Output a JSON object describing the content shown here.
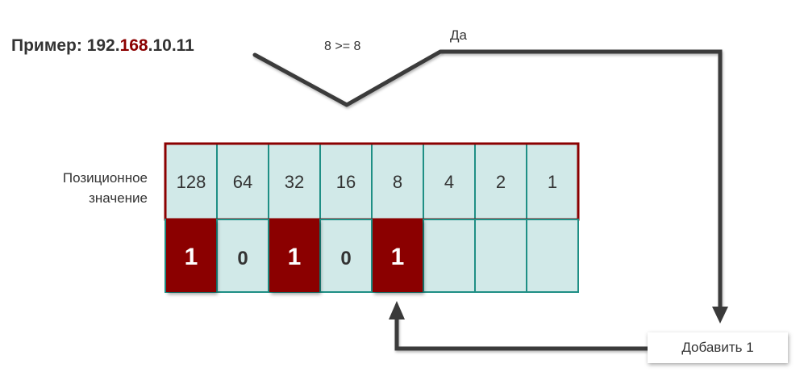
{
  "title": {
    "prefix": "Пример: 192.",
    "highlight": "168",
    "suffix": ".10.11"
  },
  "condition": "8 >= 8",
  "yes_label": "Да",
  "positional_label_line1": "Позиционное",
  "positional_label_line2": "значение",
  "positional_values": [
    "128",
    "64",
    "32",
    "16",
    "8",
    "4",
    "2",
    "1"
  ],
  "bits": [
    "1",
    "0",
    "1",
    "0",
    "1",
    "",
    "",
    ""
  ],
  "add_label": "Добавить 1",
  "colors": {
    "accent": "#8b0000",
    "cell_fill": "#d1e9e8",
    "cell_border": "#1f8f85",
    "arrow": "#3a3a3a"
  }
}
